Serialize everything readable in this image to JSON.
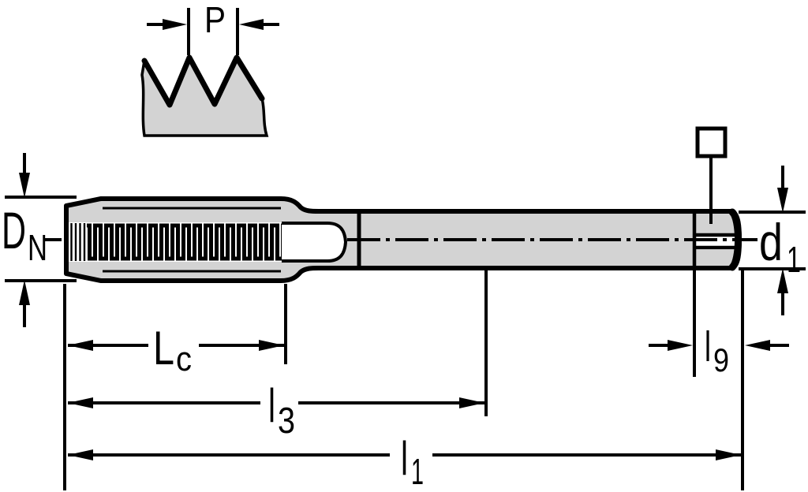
{
  "drawing": {
    "type": "technical-drawing",
    "subject": "machine-tap-with-square-drive-shank",
    "colors": {
      "body_fill": "#d3d3d3",
      "line": "#000000",
      "background": "#ffffff",
      "flute_fill": "#ffffff"
    },
    "symbols": {
      "square_drive": "square-drive-icon"
    },
    "labels": {
      "pitch": {
        "main": "P",
        "sub": ""
      },
      "nominal_diameter": {
        "main": "D",
        "sub": "N"
      },
      "shank_diameter": {
        "main": "d",
        "sub": "1"
      },
      "thread_length": {
        "main": "L",
        "sub": "c"
      },
      "neck_length": {
        "main": "l",
        "sub": "3"
      },
      "overall_length": {
        "main": "l",
        "sub": "1"
      },
      "square_length": {
        "main": "l",
        "sub": "9"
      }
    }
  }
}
